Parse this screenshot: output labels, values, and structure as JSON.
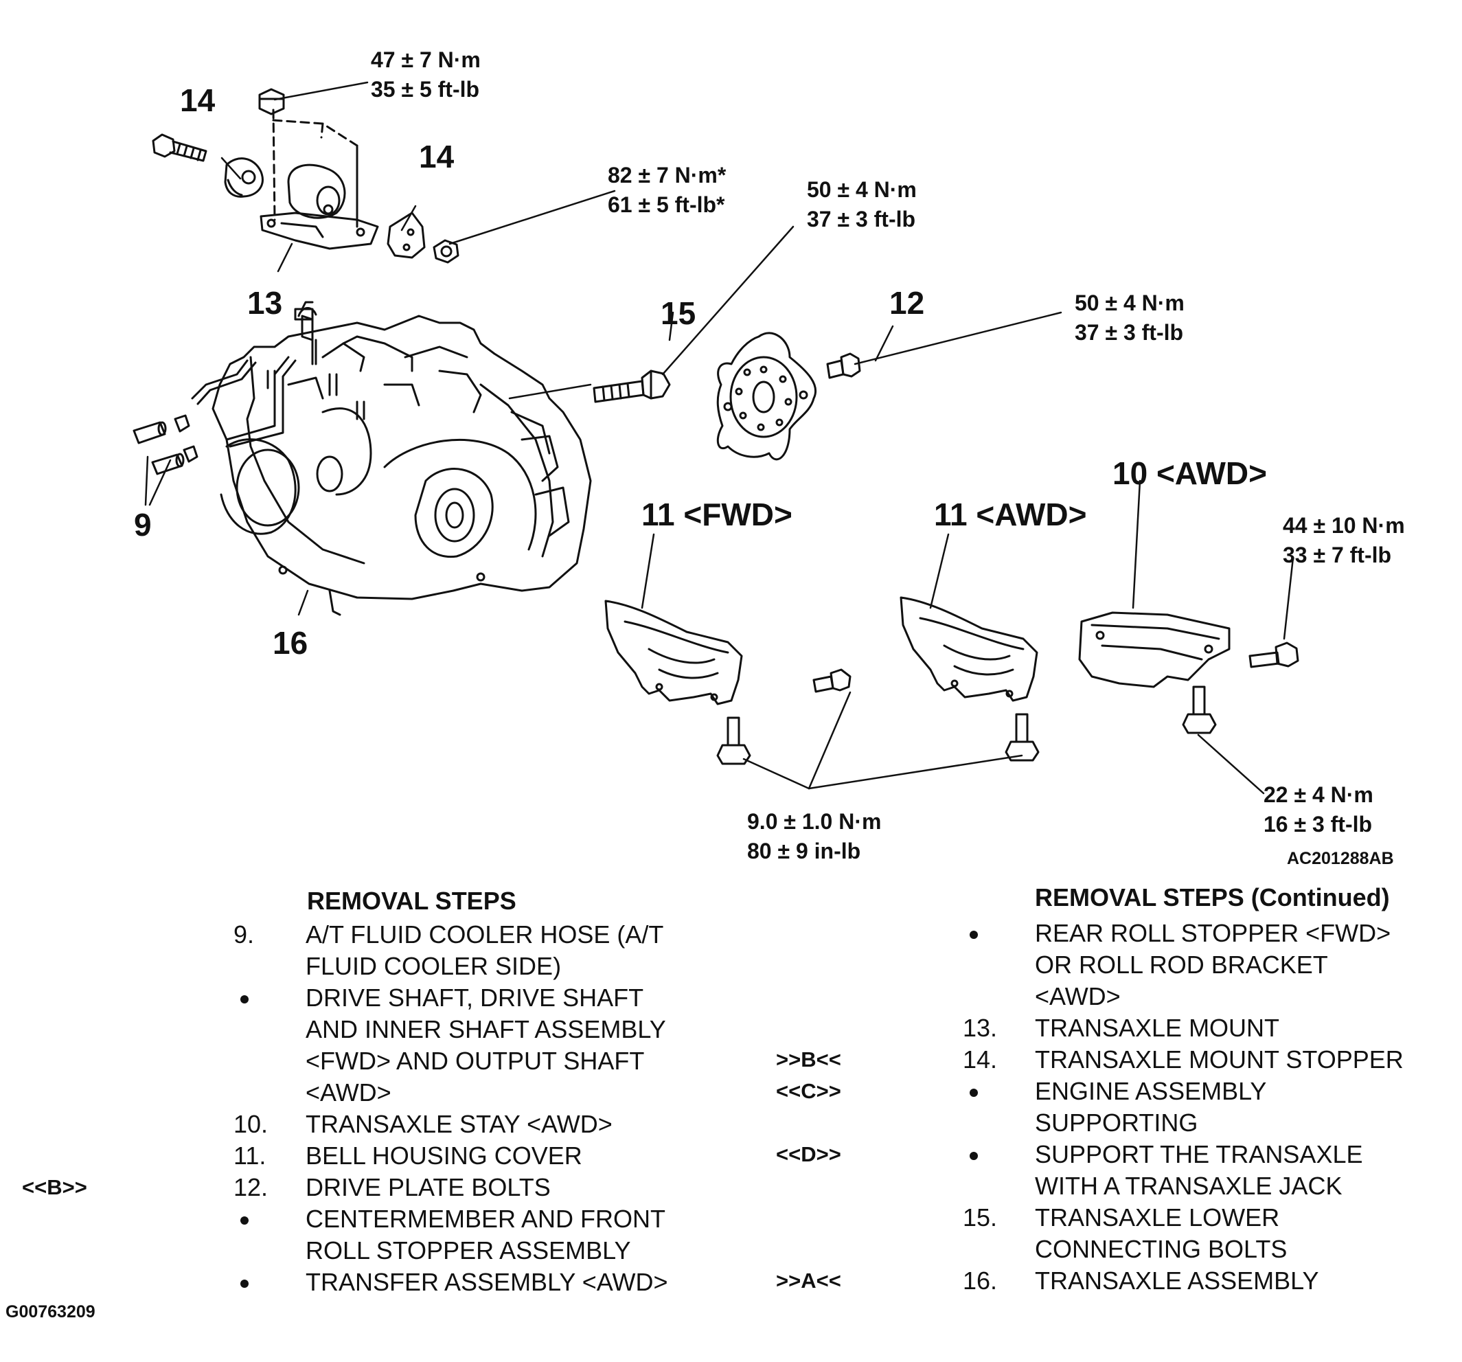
{
  "callouts": {
    "n14a": "14",
    "n14b": "14",
    "n13": "13",
    "n15": "15",
    "n12": "12",
    "n9": "9",
    "n16": "16",
    "n11fwd": "11 <FWD>",
    "n11awd": "11 <AWD>",
    "n10awd": "10 <AWD>"
  },
  "torques": {
    "t1": [
      "47 ± 7 N·m",
      "35 ± 5 ft-lb"
    ],
    "t2": [
      "82 ± 7 N·m*",
      "61 ± 5 ft-lb*"
    ],
    "t3": [
      "50 ± 4 N·m",
      "37 ± 3 ft-lb"
    ],
    "t4": [
      "50 ± 4 N·m",
      "37 ± 3 ft-lb"
    ],
    "t5": [
      "44 ± 10 N·m",
      "33 ± 7 ft-lb"
    ],
    "t6": [
      "22 ± 4 N·m",
      "16 ± 3 ft-lb"
    ],
    "t7": [
      "9.0 ± 1.0 N·m",
      "80 ± 9 in-lb"
    ]
  },
  "figure_code": "AC201288AB",
  "image_code": "G00763209",
  "steps_left": {
    "title": "REMOVAL STEPS",
    "items": [
      {
        "num": "9.",
        "text": "A/T FLUID COOLER HOSE (A/T\nFLUID COOLER SIDE)",
        "mark": ""
      },
      {
        "num": "",
        "text": "DRIVE SHAFT, DRIVE SHAFT\nAND INNER SHAFT ASSEMBLY\n<FWD> AND OUTPUT SHAFT\n<AWD>",
        "mark": ""
      },
      {
        "num": "10.",
        "text": "TRANSAXLE STAY <AWD>",
        "mark": ""
      },
      {
        "num": "11.",
        "text": "BELL HOUSING COVER",
        "mark": ""
      },
      {
        "num": "12.",
        "text": "DRIVE PLATE BOLTS",
        "mark": "<<B>>"
      },
      {
        "num": "",
        "text": "CENTERMEMBER AND FRONT\nROLL STOPPER ASSEMBLY",
        "mark": ""
      },
      {
        "num": "",
        "text": "TRANSFER ASSEMBLY <AWD>",
        "mark": ""
      }
    ]
  },
  "steps_right": {
    "title": "REMOVAL STEPS (Continued)",
    "items": [
      {
        "num": "",
        "text": "REAR ROLL STOPPER <FWD>\nOR ROLL ROD BRACKET\n<AWD>",
        "mark": ""
      },
      {
        "num": "13.",
        "text": "TRANSAXLE MOUNT",
        "mark": ""
      },
      {
        "num": "14.",
        "text": "TRANSAXLE MOUNT STOPPER",
        "mark": ">>B<<"
      },
      {
        "num": "",
        "text": "ENGINE ASSEMBLY\nSUPPORTING",
        "mark": "<<C>>"
      },
      {
        "num": "",
        "text": "SUPPORT THE TRANSAXLE\nWITH A TRANSAXLE JACK",
        "mark": "<<D>>"
      },
      {
        "num": "15.",
        "text": "TRANSAXLE LOWER\nCONNECTING BOLTS",
        "mark": ""
      },
      {
        "num": "16.",
        "text": "TRANSAXLE ASSEMBLY",
        "mark": ">>A<<"
      }
    ]
  }
}
